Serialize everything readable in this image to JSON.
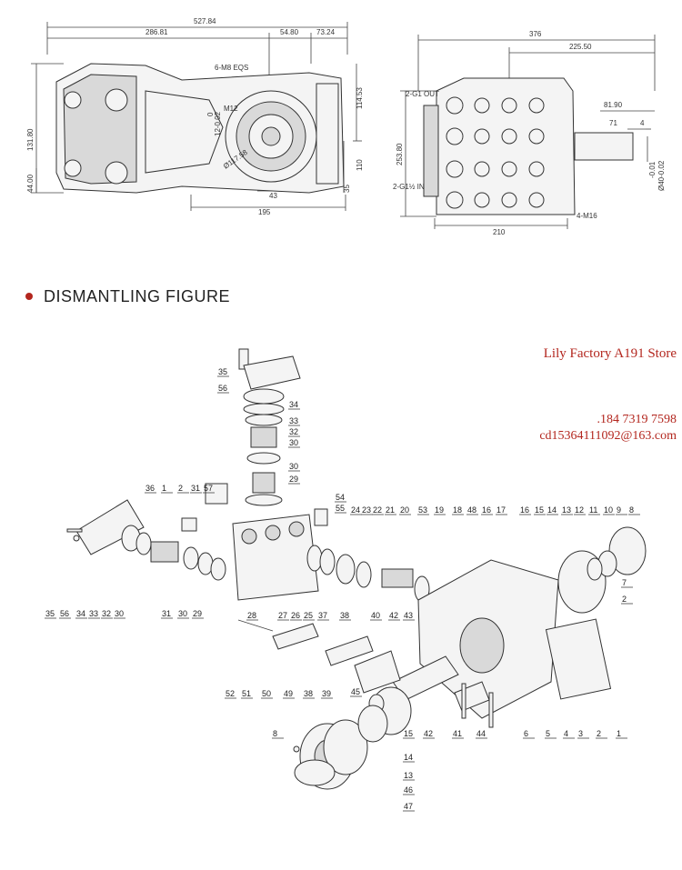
{
  "colors": {
    "accent": "#b3261e",
    "store_text": "#b3261e",
    "line": "#444444"
  },
  "section": {
    "title": "DISMANTLING FIGURE"
  },
  "store": {
    "name": "Lily Factory A191 Store",
    "phone": ".184 7319 7598",
    "email": "cd15364111092@163.com"
  },
  "drawing_left": {
    "dims_top": [
      "527.84",
      "286.81",
      "54.80",
      "73.24"
    ],
    "notes": [
      "6-M8 EQS",
      "M12",
      "12-0.02",
      "0",
      "Ø117.58"
    ],
    "dims_bottom": [
      "43",
      "195"
    ],
    "dims_left": [
      "131.80",
      "44.00"
    ],
    "dims_right": [
      "114.53",
      "110",
      "35"
    ]
  },
  "drawing_right": {
    "dims_top": [
      "376",
      "225.50",
      "81.90",
      "71",
      "4"
    ],
    "ports": [
      "2-G1 OUT",
      "2-G1½ IN",
      "4-M16"
    ],
    "dims_left": [
      "253.80"
    ],
    "dims_shaft": [
      "-0.01",
      "Ø40-0.02"
    ],
    "dims_bottom": [
      "210"
    ]
  },
  "callouts": {
    "head_top": [
      "35",
      "56",
      "34",
      "33",
      "32",
      "30",
      "30",
      "29"
    ],
    "upper_row": [
      "36",
      "1",
      "2",
      "31",
      "57",
      "54",
      "55",
      "24",
      "23",
      "22",
      "21",
      "20",
      "53",
      "19",
      "18",
      "48",
      "16",
      "17",
      "16",
      "15",
      "14",
      "13",
      "12",
      "11",
      "10",
      "9",
      "8"
    ],
    "left_bottom": [
      "35",
      "56",
      "34",
      "33",
      "32",
      "30",
      "31",
      "30",
      "29"
    ],
    "mid_row": [
      "28",
      "27",
      "26",
      "25",
      "37",
      "38",
      "40",
      "42",
      "43",
      "7",
      "2"
    ],
    "lower_row": [
      "52",
      "51",
      "50",
      "49",
      "38",
      "39",
      "45",
      "15",
      "42",
      "41",
      "44",
      "6",
      "5",
      "4",
      "3",
      "2",
      "1"
    ],
    "cover_stack": [
      "8",
      "14",
      "13",
      "46",
      "47"
    ]
  }
}
